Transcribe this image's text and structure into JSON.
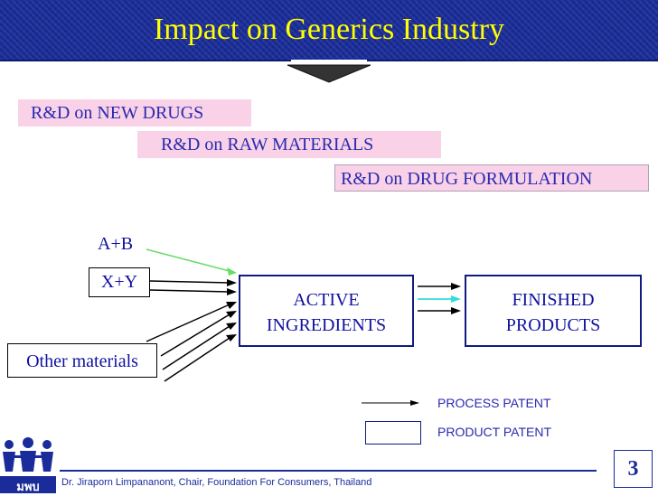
{
  "title": "Impact on Generics Industry",
  "rd_labels": {
    "new_drugs": "R&D on NEW DRUGS",
    "raw_materials": "R&D on RAW MATERIALS",
    "drug_formulation": "R&D on DRUG FORMULATION"
  },
  "inputs": {
    "ab": "A+B",
    "xy": "X+Y",
    "other": "Other materials"
  },
  "active": {
    "line1": "ACTIVE",
    "line2": "INGREDIENTS"
  },
  "finished": {
    "line1": "FINISHED",
    "line2": "PRODUCTS"
  },
  "legend": {
    "process": "PROCESS PATENT",
    "product": "PRODUCT PATENT"
  },
  "footer": "Dr. Jiraporn Limpananont, Chair, Foundation For Consumers, Thailand",
  "logo_text": "มพบ",
  "page_number": "3",
  "colors": {
    "title_bg": "#1a2c9a",
    "title_text": "#ffff00",
    "highlight": "#f9d2e8",
    "text_blue": "#1010a0",
    "green_arrow": "#66dd66",
    "cyan_arrow": "#33dddd"
  }
}
